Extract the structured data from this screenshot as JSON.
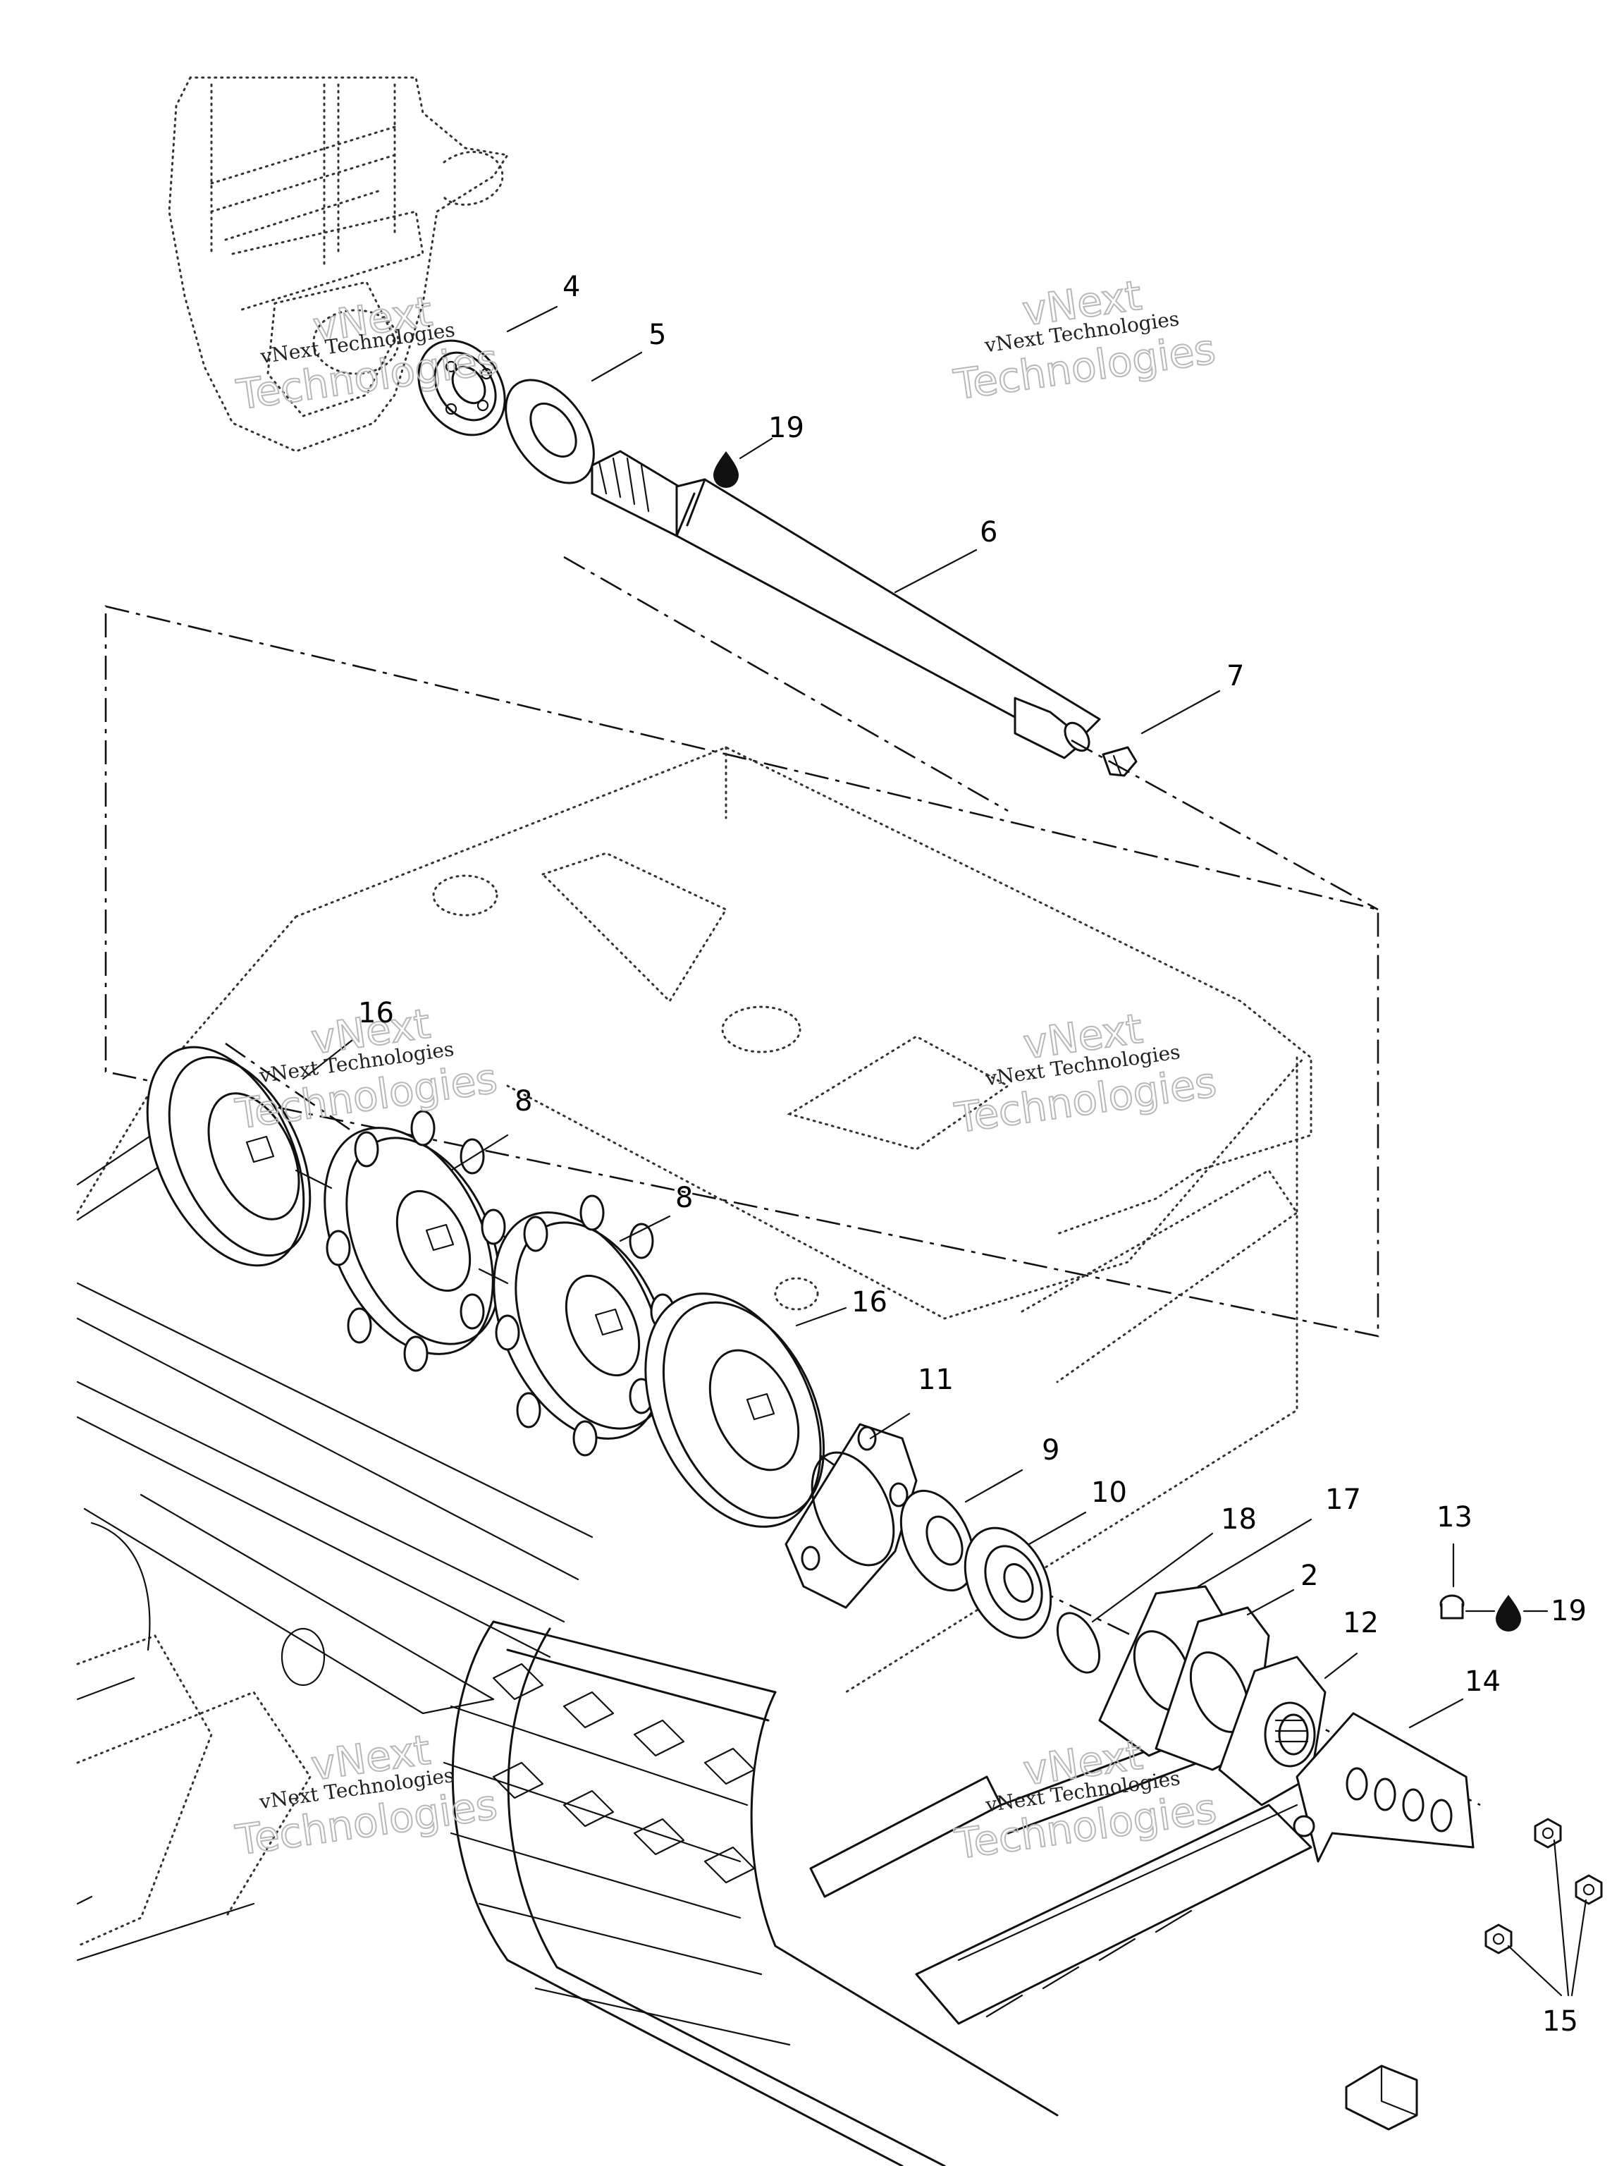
{
  "callouts": [
    {
      "id": "c4",
      "label": "4"
    },
    {
      "id": "c5",
      "label": "5"
    },
    {
      "id": "c19a",
      "label": "19"
    },
    {
      "id": "c6",
      "label": "6"
    },
    {
      "id": "c7",
      "label": "7"
    },
    {
      "id": "c16a",
      "label": "16"
    },
    {
      "id": "c8a",
      "label": "8"
    },
    {
      "id": "c8b",
      "label": "8"
    },
    {
      "id": "c16b",
      "label": "16"
    },
    {
      "id": "c11",
      "label": "11"
    },
    {
      "id": "c9",
      "label": "9"
    },
    {
      "id": "c10",
      "label": "10"
    },
    {
      "id": "c18",
      "label": "18"
    },
    {
      "id": "c17",
      "label": "17"
    },
    {
      "id": "c2",
      "label": "2"
    },
    {
      "id": "c12",
      "label": "12"
    },
    {
      "id": "c13",
      "label": "13"
    },
    {
      "id": "c19b",
      "label": "19"
    },
    {
      "id": "c14",
      "label": "14"
    },
    {
      "id": "c15",
      "label": "15"
    }
  ],
  "watermark": {
    "line1": "vNext",
    "line2": "Technologies",
    "full": "vNext Technologies"
  }
}
